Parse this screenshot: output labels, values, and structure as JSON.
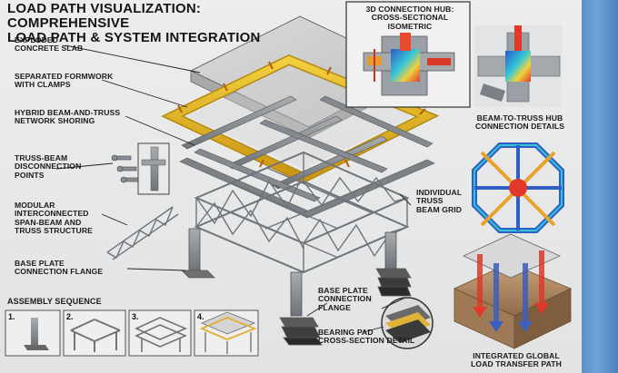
{
  "title": "LOAD PATH VISUALIZATION: COMPREHENSIVE\nLOAD PATH & SYSTEM INTEGRATION",
  "labels": {
    "exploded_slab": "EXPLODED\nCONCRETE SLAB",
    "formwork": "SEPARATED FORMWORK\nWITH CLAMPS",
    "shoring": "HYBRID BEAM-AND-TRUSS\nNETWORK SHORING",
    "disconnection": "TRUSS-BEAM\nDISCONNECTION\nPOINTS",
    "modular": "MODULAR\nINTERCONNECTED\nSPAN-BEAM AND\nTRUSS STRUCTURE",
    "base_plate_left": "BASE PLATE\nCONNECTION FLANGE",
    "individual_truss": "INDIVIDUAL\nTRUSS\nBEAM GRID",
    "base_plate_center": "BASE PLATE\nCONNECTION\nFLANGE",
    "bearing_pad": "BEARING PAD\nCROSS-SECTION DETAIL",
    "hub_title": "3D CONNECTION HUB:\nCROSS-SECTIONAL ISOMETRIC",
    "beam_to_truss": "BEAM-TO-TRUSS HUB\nCONNECTION DETAILS",
    "integrated": "INTEGRATED GLOBAL\nLOAD TRANSFER PATH"
  },
  "assembly": {
    "heading": "ASSEMBLY SEQUENCE",
    "steps": [
      "1.",
      "2.",
      "3.",
      "4."
    ]
  },
  "colors": {
    "formwork_yellow": "#e8b820",
    "steel_grey": "#8a8f94",
    "load_red": "#d9392c",
    "load_blue": "#3a5fc0",
    "accent_strip": "#5d8fc8"
  }
}
